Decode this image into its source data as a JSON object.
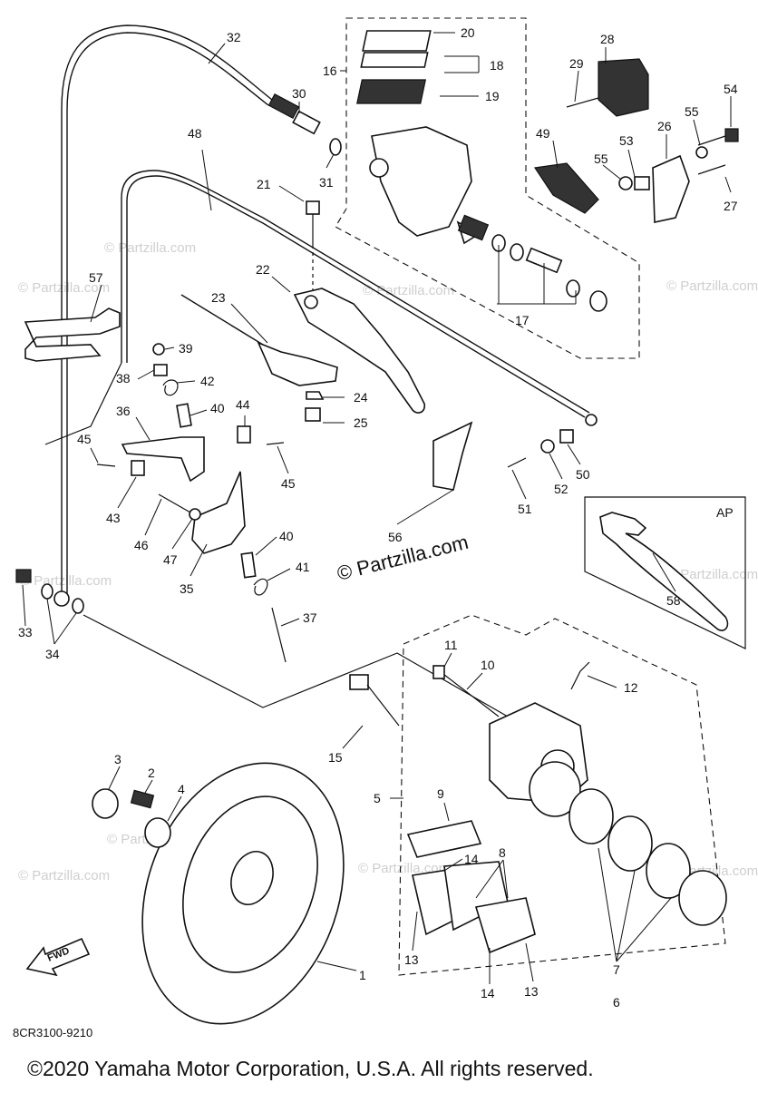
{
  "diagram_code": "8CR3100-9210",
  "copyright": "©2020 Yamaha Motor Corporation, U.S.A. All rights reserved.",
  "watermark_main": "© Partzilla.com",
  "watermark_faint": "© Partzilla.com",
  "inset_label": "AP",
  "direction_label": "FWD",
  "callouts": {
    "c1": "1",
    "c2": "2",
    "c3": "3",
    "c4": "4",
    "c5": "5",
    "c6": "6",
    "c7": "7",
    "c8": "8",
    "c9": "9",
    "c10": "10",
    "c11": "11",
    "c12": "12",
    "c13a": "13",
    "c13b": "13",
    "c14a": "14",
    "c14b": "14",
    "c15": "15",
    "c16": "16",
    "c17": "17",
    "c18": "18",
    "c19": "19",
    "c20": "20",
    "c21": "21",
    "c22": "22",
    "c23": "23",
    "c24": "24",
    "c25": "25",
    "c26": "26",
    "c27": "27",
    "c28": "28",
    "c29": "29",
    "c30": "30",
    "c31": "31",
    "c32": "32",
    "c33": "33",
    "c34": "34",
    "c35": "35",
    "c36": "36",
    "c37": "37",
    "c38": "38",
    "c39": "39",
    "c40a": "40",
    "c40b": "40",
    "c41": "41",
    "c42": "42",
    "c43": "43",
    "c44": "44",
    "c45a": "45",
    "c45b": "45",
    "c46": "46",
    "c47": "47",
    "c48": "48",
    "c49": "49",
    "c50": "50",
    "c51": "51",
    "c52": "52",
    "c53": "53",
    "c54": "54",
    "c55a": "55",
    "c55b": "55",
    "c56": "56",
    "c57": "57",
    "c58": "58"
  }
}
